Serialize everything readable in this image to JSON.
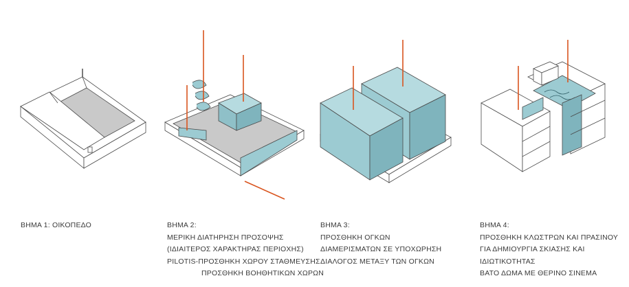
{
  "colors": {
    "line": "#4a4a4a",
    "site_fill": "#c9c9c9",
    "teal_dark": "#7fb4bd",
    "teal_mid": "#9ccbd2",
    "teal_light": "#b6dbe0",
    "accent_orange": "#d9541e",
    "text": "#3a3a3a"
  },
  "steps": [
    {
      "id": "step1",
      "lines": [
        "ΒΗΜΑ 1: ΟΙΚΟΠΕΔΟ"
      ]
    },
    {
      "id": "step2",
      "lines": [
        "ΒΗΜΑ 2:",
        "ΜΕΡΙΚΗ ΔΙΑΤΗΡΗΣΗ ΠΡΟΣΟΨΗΣ",
        "(ΙΔΙΑΙΤΕΡΟΣ ΧΑΡΑΚΤΗΡΑΣ ΠΕΡΙΟΧΗΣ)",
        "PILOTIS-ΠΡΟΣΘΗΚΗ ΧΩΡΟΥ ΣΤΑΘΜΕΥΣΗΣ",
        "ΠΡΟΣΘΗΚΗ ΒΟΗΘΗΤΙΚΩΝ ΧΩΡΩΝ"
      ]
    },
    {
      "id": "step3",
      "lines": [
        "ΒΗΜΑ 3:",
        "ΠΡΟΣΘΗΚΗ ΟΓΚΩΝ",
        "ΔΙΑΜΕΡΙΣΜΑΤΩΝ ΣΕ ΥΠΟΧΩΡΗΣΗ",
        "ΔΙΑΛΟΓΟΣ ΜΕΤΑΞΥ ΤΩΝ ΟΓΚΩΝ"
      ]
    },
    {
      "id": "step4",
      "lines": [
        "ΒΗΜΑ 4:",
        "ΠΡΟΣΘΗΚΗ ΚΛΩΣΤΡΩΝ ΚΑΙ ΠΡΑΣΙΝΟΥ",
        "ΓΙΑ ΔΗΜΙΟΥΡΓΙΑ ΣΚΙΑΣΗΣ ΚΑΙ",
        "ΙΔΙΩΤΙΚΟΤΗΤΑΣ",
        "ΒΑΤΟ ΔΩΜΑ ΜΕ ΘΕΡΙΝΟ ΣΙΝΕΜΑ"
      ]
    }
  ]
}
